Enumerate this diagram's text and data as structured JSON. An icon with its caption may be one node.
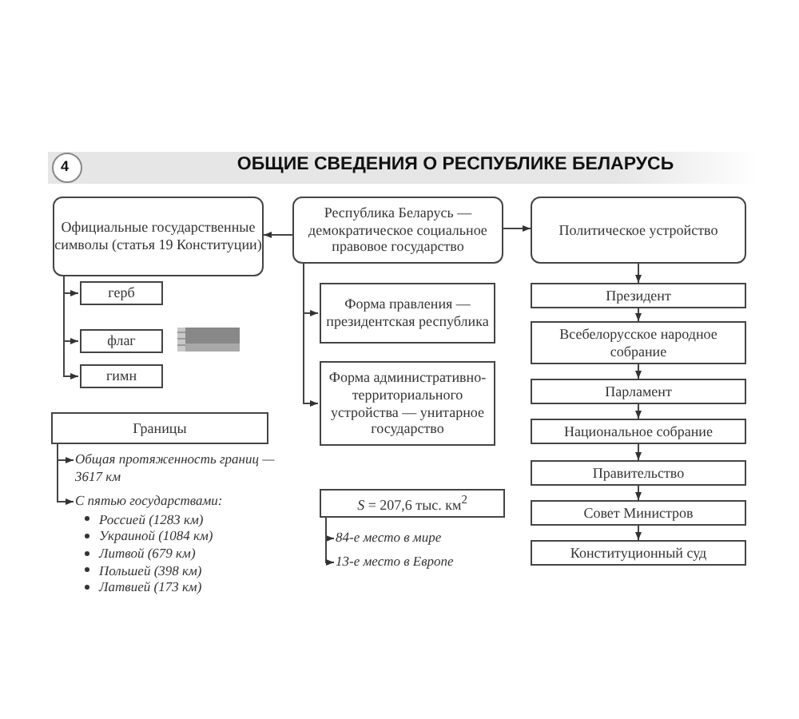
{
  "diagram": {
    "title": "ОБЩИЕ СВЕДЕНИЯ О РЕСПУБЛИКЕ БЕЛАРУСЬ",
    "nodes": [
      {
        "text": [
          "Официальные государственные символы (статья 19 Конституции)"
        ]
      },
      {
        "text": [
          "Республика Беларусь — демократическое социальное правовое государство"
        ]
      },
      {
        "text": [
          "Политическое устройство"
        ]
      },
      {
        "text": [
          "герб"
        ]
      },
      {
        "text": [
          "флаг"
        ]
      },
      {
        "text": [
          "гимн"
        ]
      },
      {
        "text": [
          "Форма правления — президентская республика"
        ]
      },
      {
        "text": [
          "Форма административно-территориального устройства — унитарное государство"
        ]
      },
      {
        "text": [
          "Президент"
        ]
      },
      {
        "text": [
          "Всебелорусское народное собрание"
        ]
      },
      {
        "text": [
          "Парламент"
        ]
      },
      {
        "text": [
          "Национальное собрание"
        ]
      },
      {
        "text": [
          "Правительство"
        ]
      },
      {
        "text": [
          "Совет Министров"
        ]
      },
      {
        "text": [
          "Конституционный суд"
        ]
      },
      {
        "text": [
          "Границы"
        ]
      },
      {
        "text": [
          "Общая протяженность границ — 3617 км"
        ]
      },
      {
        "text": [
          "С пятью государствами:",
          "Россией (1283 км)",
          "Украиной (1084 км)",
          "Литвой (679 км)",
          "Польшей (398 км)",
          "Латвией (173 км)"
        ]
      },
      {
        "text": [
          "*S* = 207,6 тыс. км$^{2}$"
        ]
      },
      {
        "text": [
          "84-е место в мире"
        ]
      },
      {
        "text": [
          "13-е место в Европе"
        ]
      }
    ],
    "edges": [
      {
        "from": 1,
        "to": 0,
        "arrow": "to"
      },
      {
        "from": 1,
        "to": 2,
        "arrow": "to"
      },
      {
        "from": 0,
        "to": 3,
        "arrow": "to"
      },
      {
        "from": 0,
        "to": 4,
        "arrow": "to"
      },
      {
        "from": 0,
        "to": 5,
        "arrow": "to"
      },
      {
        "from": 1,
        "to": 6,
        "arrow": "to"
      },
      {
        "from": 1,
        "to": 7,
        "arrow": "to"
      },
      {
        "from": 2,
        "to": 8,
        "arrow": "to"
      },
      {
        "from": 8,
        "to": 9,
        "arrow": "to"
      },
      {
        "from": 9,
        "to": 10,
        "arrow": "to"
      },
      {
        "from": 10,
        "to": 11,
        "arrow": "to"
      },
      {
        "from": 11,
        "to": 12,
        "arrow": "to"
      },
      {
        "from": 12,
        "to": 13,
        "arrow": "to"
      },
      {
        "from": 13,
        "to": 14,
        "arrow": "to"
      },
      {
        "from": 15,
        "to": 16,
        "arrow": "to"
      },
      {
        "from": 15,
        "to": 17,
        "arrow": "to"
      },
      {
        "from": 18,
        "to": 19,
        "arrow": "to"
      },
      {
        "from": 18,
        "to": 20,
        "arrow": "to"
      }
    ],
    "labels": [
      "4"
    ]
  }
}
